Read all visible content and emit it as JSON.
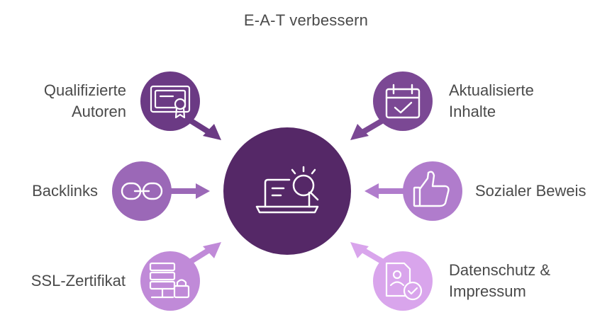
{
  "title": "E-A-T verbessern",
  "center": {
    "icon": "laptop-search-icon",
    "color": "#552867"
  },
  "nodes": [
    {
      "id": "authors",
      "line1": "Qualifizierte",
      "line2": "Autoren",
      "icon": "certificate-icon",
      "color": "#6b3a84"
    },
    {
      "id": "backlinks",
      "line1": "Backlinks",
      "line2": "",
      "icon": "link-icon",
      "color": "#9b68b7"
    },
    {
      "id": "ssl",
      "line1": "SSL-Zertifikat",
      "line2": "",
      "icon": "server-lock-icon",
      "color": "#c08ad8"
    },
    {
      "id": "updated",
      "line1": "Aktualisierte",
      "line2": "Inhalte",
      "icon": "calendar-check-icon",
      "color": "#7b4894"
    },
    {
      "id": "social",
      "line1": "Sozialer Beweis",
      "line2": "",
      "icon": "thumbs-up-icon",
      "color": "#b07ccc"
    },
    {
      "id": "privacy",
      "line1": "Datenschutz &",
      "line2": "Impressum",
      "icon": "document-check-icon",
      "color": "#d9a5ec"
    }
  ]
}
